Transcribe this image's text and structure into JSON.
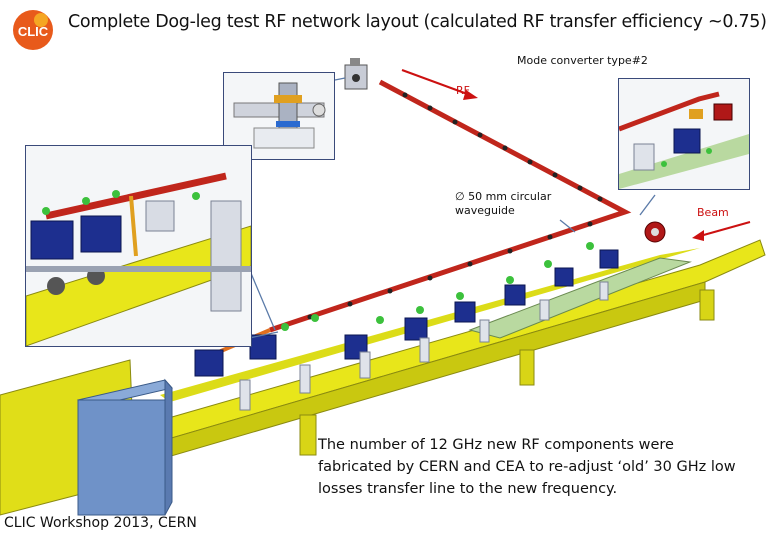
{
  "header": {
    "title": "Complete Dog-leg test RF network layout (calculated RF transfer efficiency ~0.75)",
    "logo_text": "CLIC"
  },
  "labels": {
    "mode_converter": "Mode converter type#2",
    "rf": "RF",
    "waveguide_line1": "∅ 50 mm circular",
    "waveguide_line2": "waveguide",
    "beam": "Beam"
  },
  "note": {
    "line1": "The number of 12 GHz new RF components were",
    "line2": "fabricated by CERN and CEA to re-adjust ‘old’ 30 GHz low",
    "line3": "losses transfer line to the new frequency."
  },
  "footer": {
    "text": "CLIC Workshop 2013, CERN"
  },
  "colors": {
    "girder_yellow": "#e8e61a",
    "waveguide_red": "#c0261c",
    "module_blue": "#1d2f8f",
    "arrow_red": "#cc1111",
    "callout_line": "#5a7aa8"
  }
}
